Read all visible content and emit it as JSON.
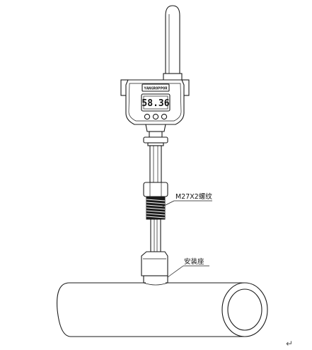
{
  "display": {
    "brand_text": "YANGROPPOR",
    "reading": "58.36"
  },
  "labels": {
    "thread": "M27X2螺纹",
    "mount": "安装座"
  },
  "doc": {
    "paragraph_mark": "↵"
  }
}
